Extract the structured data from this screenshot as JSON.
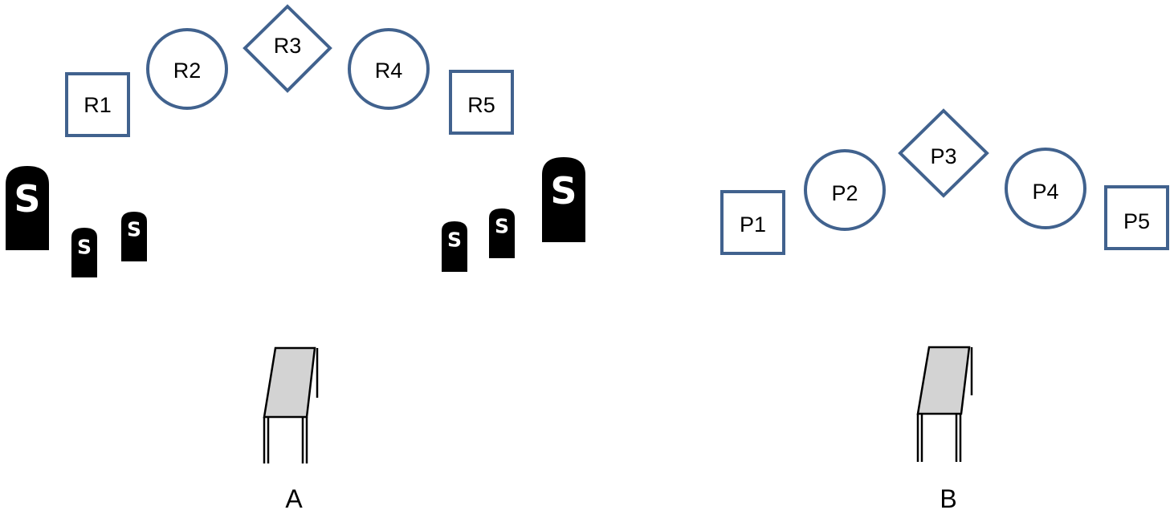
{
  "colors": {
    "shape_stroke": "#41628E",
    "speaker_fill": "#000000",
    "speaker_text": "#FFFFFF",
    "stand_fill": "#D3D3D3",
    "background": "#FFFFFF"
  },
  "panel_a": {
    "label": "A",
    "nodes": [
      {
        "id": "R1",
        "label": "R1",
        "shape": "square"
      },
      {
        "id": "R2",
        "label": "R2",
        "shape": "circle"
      },
      {
        "id": "R3",
        "label": "R3",
        "shape": "diamond"
      },
      {
        "id": "R4",
        "label": "R4",
        "shape": "circle"
      },
      {
        "id": "R5",
        "label": "R5",
        "shape": "square"
      }
    ],
    "speakers": [
      {
        "label": "S",
        "icon": "speaker-icon"
      },
      {
        "label": "S",
        "icon": "speaker-icon"
      },
      {
        "label": "S",
        "icon": "speaker-icon"
      },
      {
        "label": "S",
        "icon": "speaker-icon"
      },
      {
        "label": "S",
        "icon": "speaker-icon"
      },
      {
        "label": "S",
        "icon": "speaker-icon"
      }
    ],
    "stand_icon": "music-stand-icon"
  },
  "panel_b": {
    "label": "B",
    "nodes": [
      {
        "id": "P1",
        "label": "P1",
        "shape": "square"
      },
      {
        "id": "P2",
        "label": "P2",
        "shape": "circle"
      },
      {
        "id": "P3",
        "label": "P3",
        "shape": "diamond"
      },
      {
        "id": "P4",
        "label": "P4",
        "shape": "circle"
      },
      {
        "id": "P5",
        "label": "P5",
        "shape": "square"
      }
    ],
    "stand_icon": "music-stand-icon"
  }
}
